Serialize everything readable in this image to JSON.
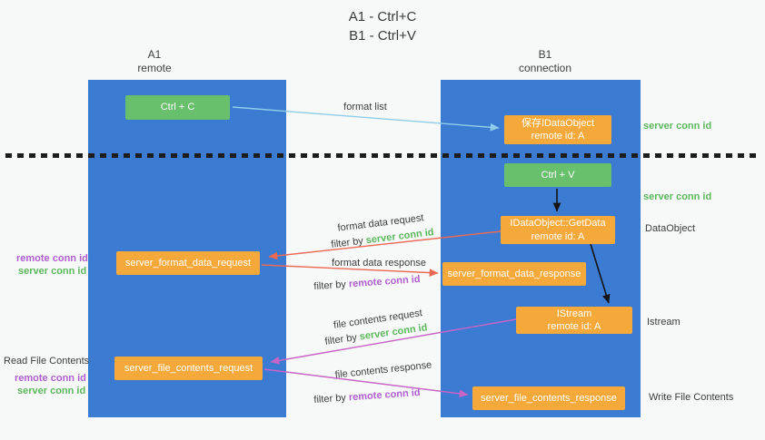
{
  "title": {
    "line1": "A1 - Ctrl+C",
    "line2": "B1 - Ctrl+V"
  },
  "lanes": {
    "left": {
      "name": "A1",
      "role": "remote"
    },
    "right": {
      "name": "B1",
      "role": "connection"
    }
  },
  "boxes": {
    "ctrl_c": {
      "label": "Ctrl + C"
    },
    "ctrl_v": {
      "label": "Ctrl + V"
    },
    "save_dataobject": {
      "line1": "保存IDataObject",
      "line2": "remote id: A"
    },
    "getdata": {
      "line1": "IDataObject::GetData",
      "line2": "remote id: A"
    },
    "istream": {
      "line1": "IStream",
      "line2": "remote id: A"
    },
    "format_request": {
      "label": "server_format_data_request"
    },
    "format_response": {
      "label": "server_format_data_response"
    },
    "file_request": {
      "label": "server_file_contents_request"
    },
    "file_response": {
      "label": "server_file_contents_response"
    }
  },
  "annotations": {
    "format_list": "format list",
    "filter_by": "filter by",
    "server_conn_id": "server conn id",
    "remote_conn_id": "remote conn id",
    "dataobject_side": "DataObject",
    "istream_side": "Istream",
    "read_file": "Read File Contents",
    "write_file": "Write File Contents",
    "format_request_label": "format data request",
    "format_response_label": "format data response",
    "file_request_label": "file contents request",
    "file_response_label": "file contents response"
  },
  "colors": {
    "lane_blue": "#3b7bd1",
    "box_orange": "#f6a93b",
    "box_green": "#68bf6c",
    "text_green": "#5cb85c",
    "text_purple": "#b05fd0",
    "arrow_blue": "#8fcdea",
    "arrow_red": "#ec6a55",
    "arrow_magenta": "#c765c7",
    "arrow_black": "#141414"
  }
}
